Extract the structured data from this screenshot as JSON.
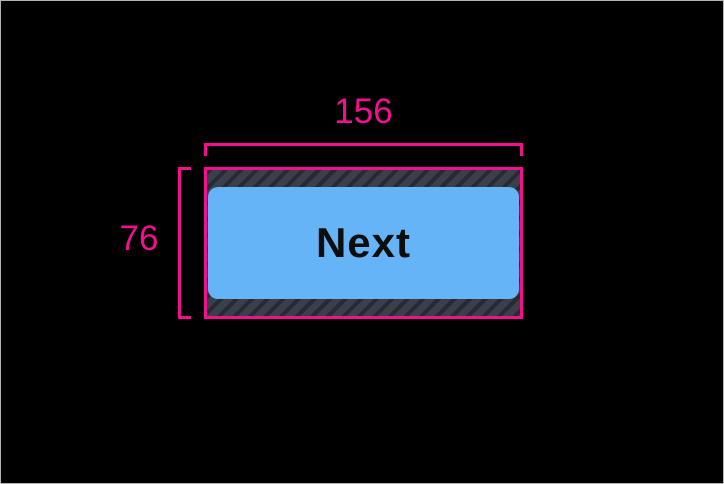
{
  "measurements": {
    "width": "156",
    "height": "76"
  },
  "button": {
    "label": "Next"
  },
  "colors": {
    "background": "#000000",
    "frame-border": "#b5b5b5",
    "accent": "#f2108e",
    "button-fill": "#65b4f8",
    "button-text": "#0d0d0d",
    "hatch-base": "#3a3f4a",
    "hatch-stripe": "#262a32"
  }
}
